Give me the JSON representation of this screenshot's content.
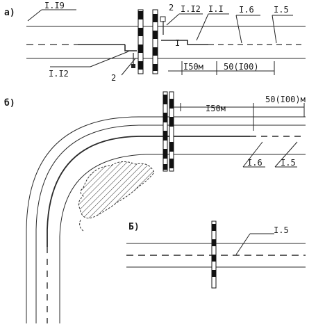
{
  "panel_a": {
    "letter": "а)",
    "labels": {
      "l119": "I.I9",
      "l112_top": "I.I2",
      "l11": "I.I",
      "l16": "I.6",
      "l15": "I.5",
      "l112_bottom": "I.I2",
      "n2_top": "2",
      "n2_bottom": "2",
      "d150": "I50м",
      "d50": "50(I00)"
    }
  },
  "panel_b": {
    "letter": "б)",
    "labels": {
      "d150": "I50м",
      "d50": "50(I00)м",
      "l16": "I.6",
      "l15": "I.5"
    }
  },
  "panel_c": {
    "letter": "Б)",
    "labels": {
      "l15": "I.5"
    }
  }
}
